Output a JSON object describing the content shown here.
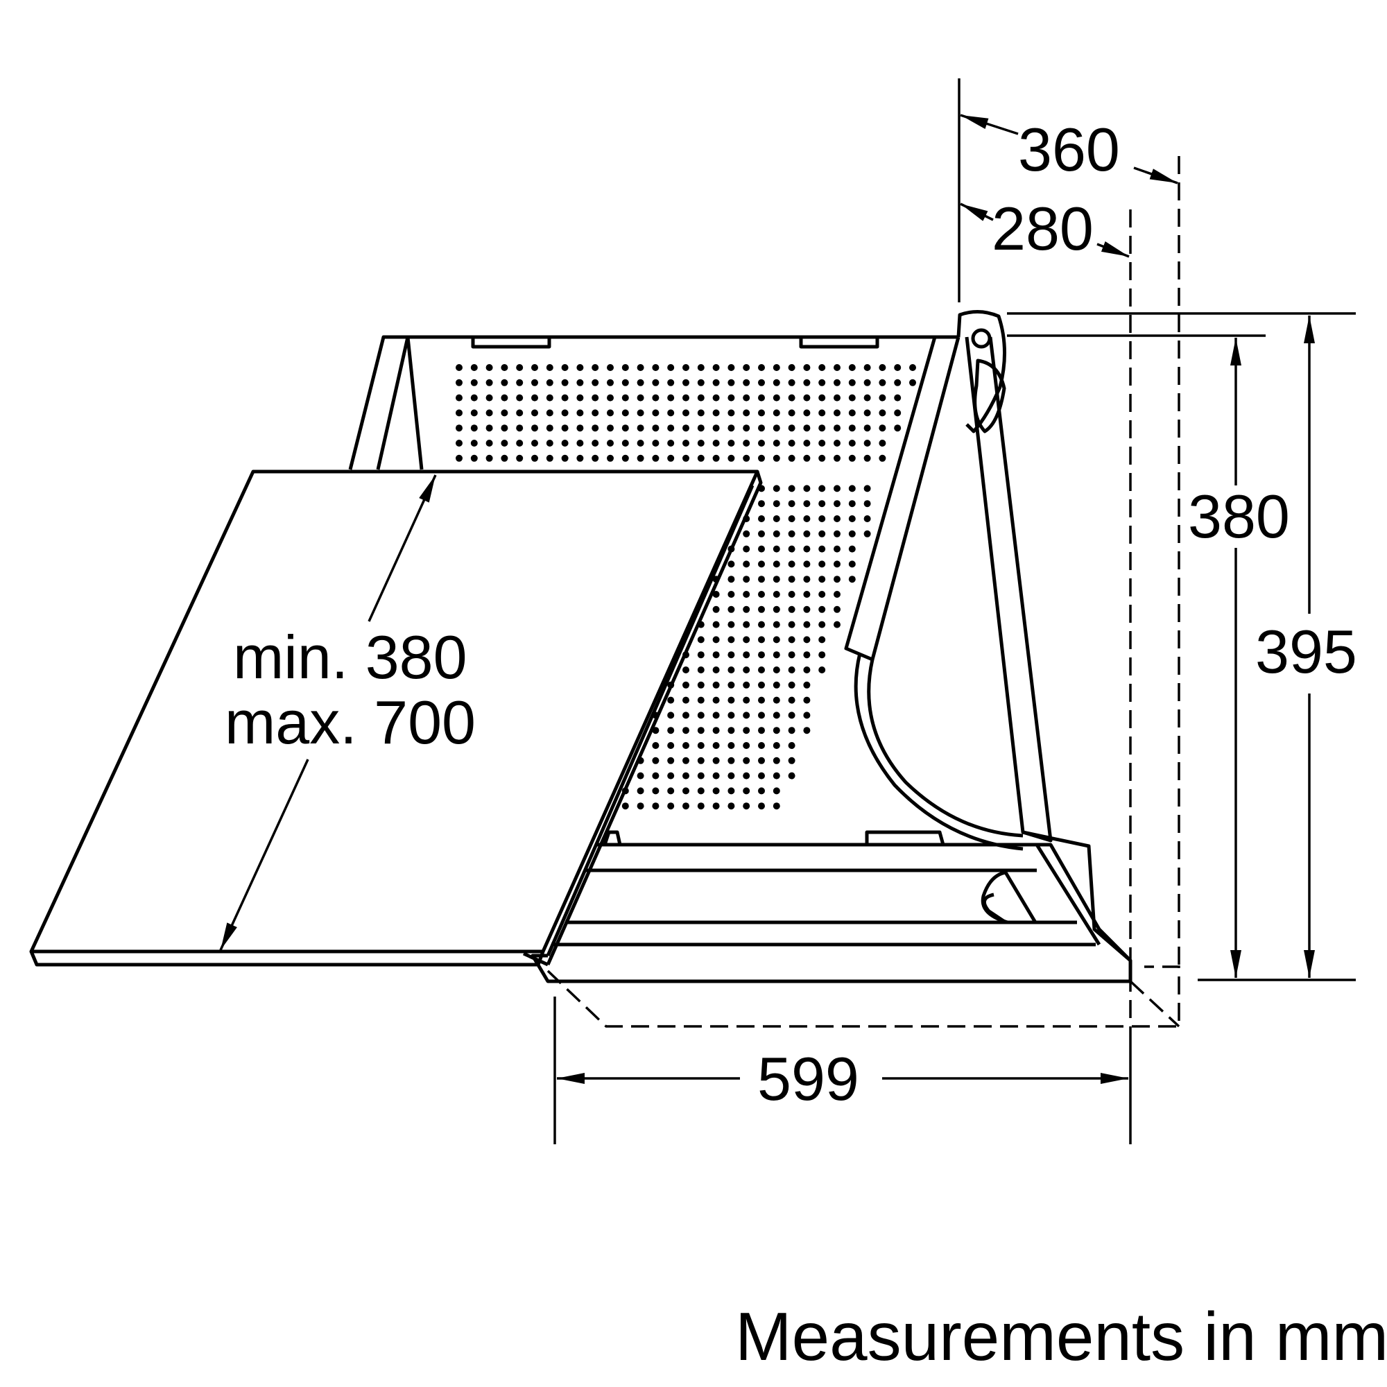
{
  "dimensions": {
    "depth_outer": "360",
    "depth_inner": "280",
    "height_inner": "380",
    "height_outer": "395",
    "width": "599",
    "clearance_min": "min. 380",
    "clearance_max": "max. 700"
  },
  "caption": "Measurements in mm"
}
